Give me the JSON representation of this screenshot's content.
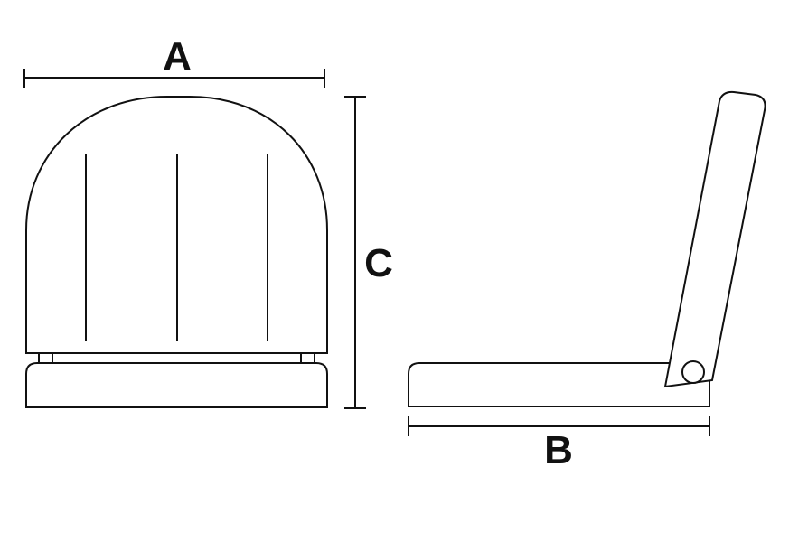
{
  "diagram": {
    "dimension_labels": {
      "width": "A",
      "depth": "B",
      "height": "C"
    },
    "colors": {
      "stroke": "#111111",
      "background": "#ffffff"
    }
  }
}
